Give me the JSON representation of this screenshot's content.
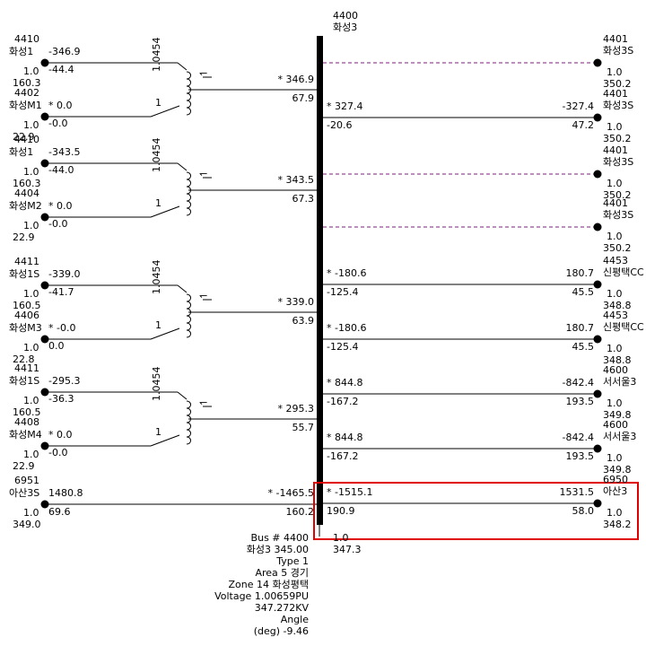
{
  "bus": {
    "number": "4400",
    "name": "화성3",
    "info_lines": [
      "Bus  #  4400",
      "화성3      345.00",
      "Type  1",
      "Area  5 경기",
      "Zone  14 화성평택",
      "Voltage  1.00659PU",
      "347.272KV",
      "Angle",
      "(deg)  -9.46"
    ],
    "pu": "1.0",
    "kv": "347.3"
  },
  "left_groups": [
    {
      "ratio": "1.0454",
      "tap_symbol": "1",
      "star_p": "* 346.9",
      "star_q": "67.9",
      "hv": {
        "num": "4410",
        "name": "화성1",
        "p": "-346.9",
        "q": "-44.4",
        "pu": "1.0",
        "kv": "160.3"
      },
      "lv": {
        "num": "4402",
        "name": "화성M1",
        "p": "* 0.0",
        "q": "-0.0",
        "pu": "1.0",
        "kv": "22.9"
      }
    },
    {
      "ratio": "1.0454",
      "tap_symbol": "1",
      "star_p": "* 343.5",
      "star_q": "67.3",
      "hv": {
        "num": "4410",
        "name": "화성1",
        "p": "-343.5",
        "q": "-44.0",
        "pu": "1.0",
        "kv": "160.3"
      },
      "lv": {
        "num": "4404",
        "name": "화성M2",
        "p": "* 0.0",
        "q": "-0.0",
        "pu": "1.0",
        "kv": "22.9"
      }
    },
    {
      "ratio": "1.0454",
      "tap_symbol": "1",
      "star_p": "* 339.0",
      "star_q": "63.9",
      "hv": {
        "num": "4411",
        "name": "화성1S",
        "p": "-339.0",
        "q": "-41.7",
        "pu": "1.0",
        "kv": "160.5"
      },
      "lv": {
        "num": "4406",
        "name": "화성M3",
        "p": "* -0.0",
        "q": "0.0",
        "pu": "1.0",
        "kv": "22.8"
      }
    },
    {
      "ratio": "1.0454",
      "tap_symbol": "1",
      "star_p": "* 295.3",
      "star_q": "55.7",
      "hv": {
        "num": "4411",
        "name": "화성1S",
        "p": "-295.3",
        "q": "-36.3",
        "pu": "1.0",
        "kv": "160.5"
      },
      "lv": {
        "num": "4408",
        "name": "화성M4",
        "p": "* 0.0",
        "q": "-0.0",
        "pu": "1.0",
        "kv": "22.9"
      }
    }
  ],
  "left_line": {
    "num": "6951",
    "name": "아산3S",
    "p_far": "1480.8",
    "q_far": "69.6",
    "pu": "1.0",
    "kv": "349.0",
    "p_near": "* -1465.5",
    "q_near": "160.2"
  },
  "right_branches": [
    {
      "num": "4401",
      "name": "화성3S",
      "dashed": true,
      "pu": "1.0",
      "kv": "350.2"
    },
    {
      "num": "4401",
      "name": "화성3S",
      "dashed": false,
      "p_near": "* 327.4",
      "q_near": "-20.6",
      "p_far": "-327.4",
      "q_far": "47.2",
      "pu": "1.0",
      "kv": "350.2"
    },
    {
      "num": "4401",
      "name": "화성3S",
      "dashed": true,
      "pu": "1.0",
      "kv": "350.2"
    },
    {
      "num": "4401",
      "name": "화성3S",
      "dashed": true,
      "pu": "1.0",
      "kv": "350.2"
    },
    {
      "num": "4453",
      "name": "신평택CC",
      "dashed": false,
      "p_near": "* -180.6",
      "q_near": "-125.4",
      "p_far": "180.7",
      "q_far": "45.5",
      "pu": "1.0",
      "kv": "348.8"
    },
    {
      "num": "4453",
      "name": "신평택CC",
      "dashed": false,
      "p_near": "* -180.6",
      "q_near": "-125.4",
      "p_far": "180.7",
      "q_far": "45.5",
      "pu": "1.0",
      "kv": "348.8"
    },
    {
      "num": "4600",
      "name": "서서울3",
      "dashed": false,
      "p_near": "* 844.8",
      "q_near": "-167.2",
      "p_far": "-842.4",
      "q_far": "193.5",
      "pu": "1.0",
      "kv": "349.8"
    },
    {
      "num": "4600",
      "name": "서서울3",
      "dashed": false,
      "p_near": "* 844.8",
      "q_near": "-167.2",
      "p_far": "-842.4",
      "q_far": "193.5",
      "pu": "1.0",
      "kv": "349.8"
    },
    {
      "num": "6950",
      "name": "아산3",
      "dashed": false,
      "p_near": "* -1515.1",
      "q_near": "190.9",
      "p_far": "1531.5",
      "q_far": "58.0",
      "pu": "1.0",
      "kv": "348.2"
    }
  ],
  "colors": {
    "line": "#000000",
    "dashed": "#7a1f7a",
    "highlight": "#e00000",
    "bus": "#000000"
  }
}
